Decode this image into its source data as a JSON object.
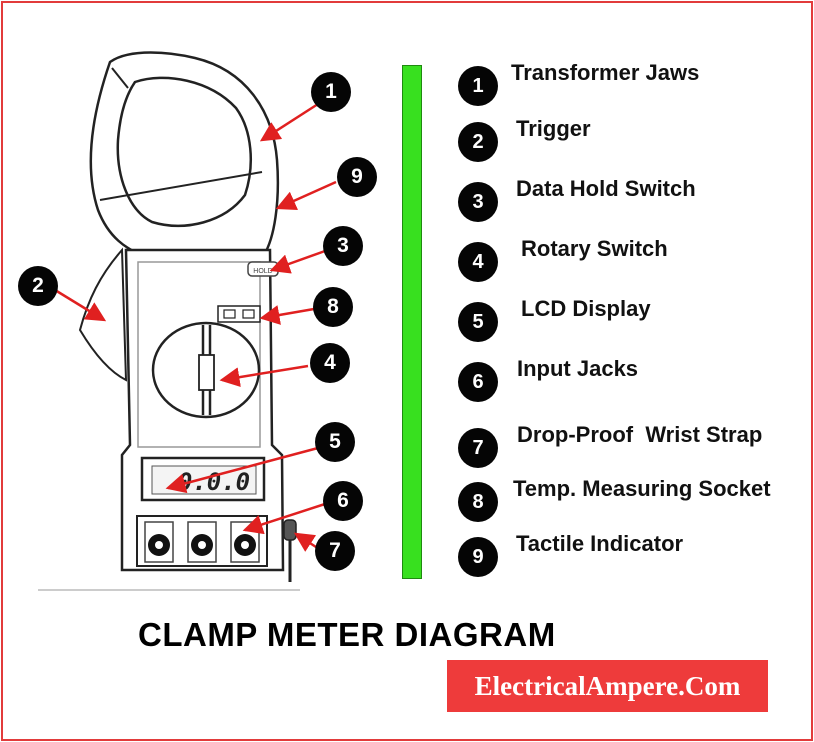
{
  "title": "CLAMP METER DIAGRAM",
  "brand": "ElectricalAmpere.Com",
  "colors": {
    "frame": "#e23b3b",
    "accent_bar": "#38e01f",
    "arrow": "#e02020",
    "brand_bg": "#ee3b3b",
    "badge": "#050505"
  },
  "meter": {
    "display_reading": "0.0.0",
    "hold_label": "HOLD"
  },
  "callouts": [
    "1",
    "2",
    "3",
    "4",
    "5",
    "6",
    "7",
    "8",
    "9"
  ],
  "legend": [
    {
      "num": "1",
      "label": "Transformer Jaws"
    },
    {
      "num": "2",
      "label": "Trigger"
    },
    {
      "num": "3",
      "label": "Data Hold Switch"
    },
    {
      "num": "4",
      "label": "Rotary Switch"
    },
    {
      "num": "5",
      "label": "LCD Display"
    },
    {
      "num": "6",
      "label": "Input Jacks"
    },
    {
      "num": "7",
      "label": "Drop-Proof  Wrist Strap"
    },
    {
      "num": "8",
      "label": "Temp. Measuring Socket"
    },
    {
      "num": "9",
      "label": "Tactile Indicator"
    }
  ]
}
